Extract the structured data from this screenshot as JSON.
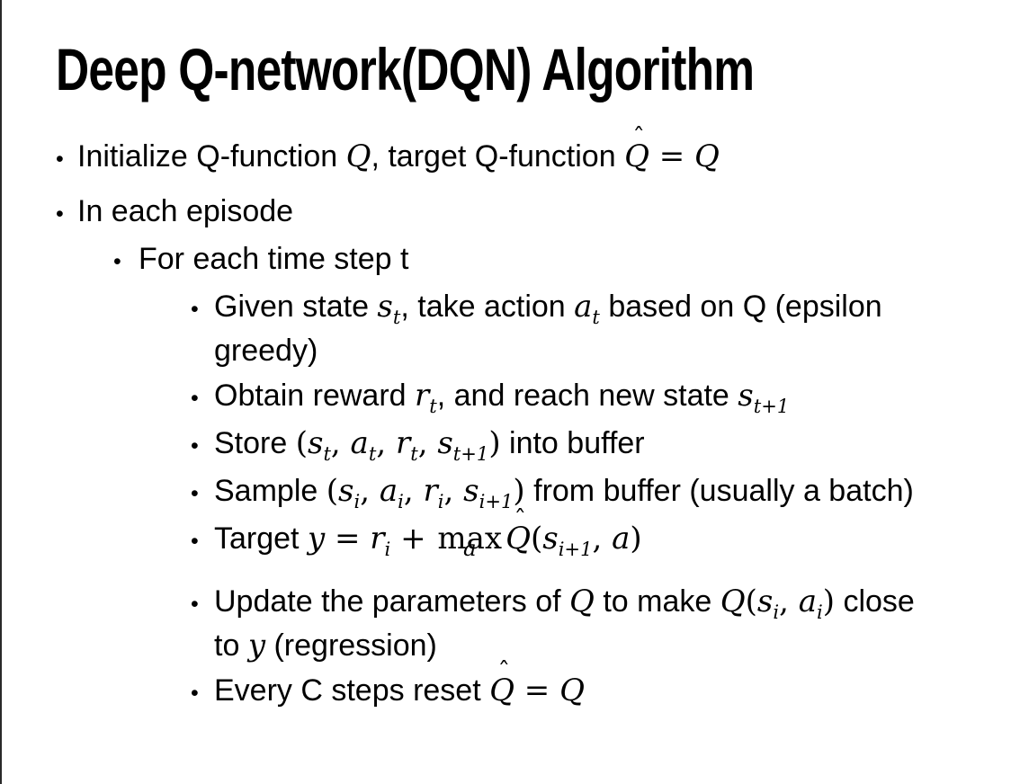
{
  "slide": {
    "title": "Deep Q-network(DQN) Algorithm",
    "bullet_char": "•",
    "hat_char": "ˆ",
    "colors": {
      "text": "#000000",
      "background": "#ffffff",
      "edge_line": "#2a2a2a"
    },
    "bullets": [
      {
        "level": 1,
        "runs": [
          {
            "t": "text",
            "v": "Initialize Q-function "
          },
          {
            "t": "math",
            "v": "Q"
          },
          {
            "t": "text",
            "v": ", target Q-function "
          },
          {
            "t": "hat",
            "v": "Q"
          },
          {
            "t": "op",
            "v": " = "
          },
          {
            "t": "math",
            "v": "Q"
          }
        ]
      },
      {
        "level": 1,
        "runs": [
          {
            "t": "text",
            "v": "In each episode"
          }
        ]
      },
      {
        "level": 2,
        "runs": [
          {
            "t": "text",
            "v": "For each time step t"
          }
        ]
      },
      {
        "level": 3,
        "runs": [
          {
            "t": "text",
            "v": "Given state "
          },
          {
            "t": "mathsub",
            "v": "s",
            "sub": "t"
          },
          {
            "t": "text",
            "v": ", take action "
          },
          {
            "t": "mathsub",
            "v": "a",
            "sub": "t"
          },
          {
            "t": "text",
            "v": " based on Q (epsilon"
          },
          {
            "t": "br"
          },
          {
            "t": "text",
            "v": "greedy)"
          }
        ]
      },
      {
        "level": 3,
        "runs": [
          {
            "t": "text",
            "v": "Obtain reward "
          },
          {
            "t": "mathsub",
            "v": "r",
            "sub": "t"
          },
          {
            "t": "text",
            "v": ", and reach new state "
          },
          {
            "t": "mathsub",
            "v": "s",
            "sub": "t+1"
          }
        ]
      },
      {
        "level": 3,
        "runs": [
          {
            "t": "text",
            "v": "Store "
          },
          {
            "t": "op",
            "v": "("
          },
          {
            "t": "mathsub",
            "v": "s",
            "sub": "t"
          },
          {
            "t": "op",
            "v": ", "
          },
          {
            "t": "mathsub",
            "v": "a",
            "sub": "t"
          },
          {
            "t": "op",
            "v": ", "
          },
          {
            "t": "mathsub",
            "v": "r",
            "sub": "t"
          },
          {
            "t": "op",
            "v": ", "
          },
          {
            "t": "mathsub",
            "v": "s",
            "sub": "t+1"
          },
          {
            "t": "op",
            "v": ")"
          },
          {
            "t": "text",
            "v": " into buffer"
          }
        ]
      },
      {
        "level": 3,
        "runs": [
          {
            "t": "text",
            "v": "Sample "
          },
          {
            "t": "op",
            "v": "("
          },
          {
            "t": "mathsub",
            "v": "s",
            "sub": "i"
          },
          {
            "t": "op",
            "v": ", "
          },
          {
            "t": "mathsub",
            "v": "a",
            "sub": "i"
          },
          {
            "t": "op",
            "v": ", "
          },
          {
            "t": "mathsub",
            "v": "r",
            "sub": "i"
          },
          {
            "t": "op",
            "v": ", "
          },
          {
            "t": "mathsub",
            "v": "s",
            "sub": "i+1"
          },
          {
            "t": "op",
            "v": ")"
          },
          {
            "t": "text",
            "v": " from buffer (usually a batch)"
          }
        ]
      },
      {
        "level": 3,
        "gap_after": true,
        "runs": [
          {
            "t": "text",
            "v": "Target "
          },
          {
            "t": "math",
            "v": "y"
          },
          {
            "t": "op",
            "v": " = "
          },
          {
            "t": "mathsub",
            "v": "r",
            "sub": "i"
          },
          {
            "t": "op",
            "v": " + "
          },
          {
            "t": "maxunder",
            "v": "max",
            "under": "a"
          },
          {
            "t": "hat",
            "v": "Q"
          },
          {
            "t": "op",
            "v": "("
          },
          {
            "t": "mathsub",
            "v": "s",
            "sub": "i+1"
          },
          {
            "t": "op",
            "v": ", "
          },
          {
            "t": "math",
            "v": "a"
          },
          {
            "t": "op",
            "v": ")"
          }
        ]
      },
      {
        "level": 3,
        "runs": [
          {
            "t": "text",
            "v": "Update the parameters of "
          },
          {
            "t": "math",
            "v": "Q"
          },
          {
            "t": "text",
            "v": " to make "
          },
          {
            "t": "math",
            "v": "Q"
          },
          {
            "t": "op",
            "v": "("
          },
          {
            "t": "mathsub",
            "v": "s",
            "sub": "i"
          },
          {
            "t": "op",
            "v": ", "
          },
          {
            "t": "mathsub",
            "v": "a",
            "sub": "i"
          },
          {
            "t": "op",
            "v": ")"
          },
          {
            "t": "text",
            "v": " close"
          },
          {
            "t": "br"
          },
          {
            "t": "text",
            "v": "to "
          },
          {
            "t": "math",
            "v": "y"
          },
          {
            "t": "text",
            "v": " (regression)"
          }
        ]
      },
      {
        "level": 3,
        "runs": [
          {
            "t": "text",
            "v": "Every C steps reset "
          },
          {
            "t": "hat",
            "v": "Q"
          },
          {
            "t": "op",
            "v": " = "
          },
          {
            "t": "math",
            "v": "Q"
          }
        ]
      }
    ]
  }
}
